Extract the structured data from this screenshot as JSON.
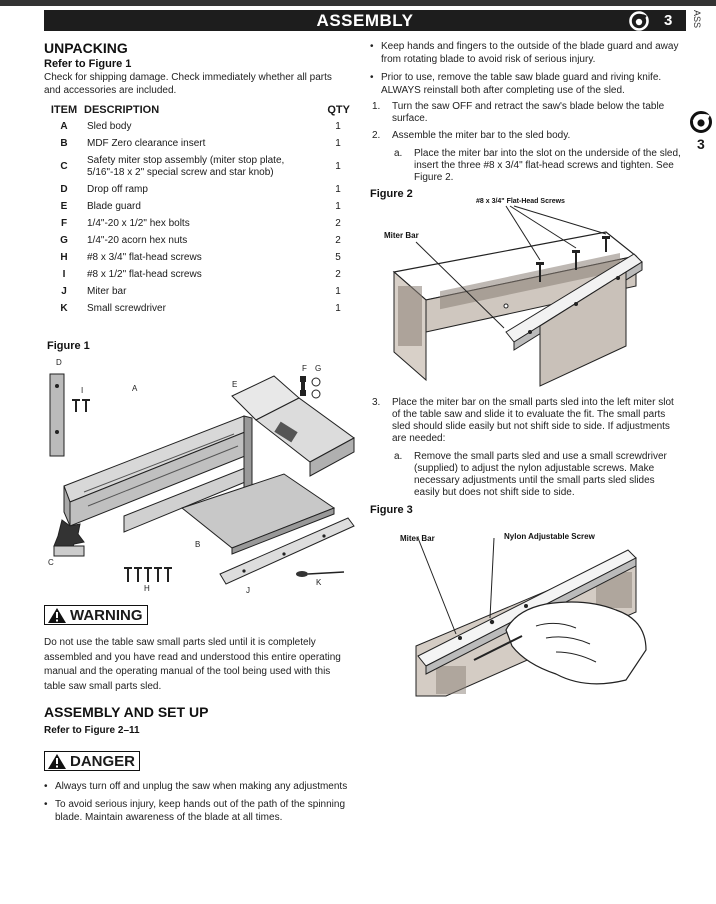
{
  "header": {
    "title": "ASSEMBLY",
    "page_number": "3",
    "side_tab_text": "ASS",
    "side_page_number": "3"
  },
  "unpacking": {
    "heading": "UNPACKING",
    "refer": "Refer to Figure 1",
    "intro": "Check for shipping damage. Check immediately whether all parts and accessories are included."
  },
  "parts_table": {
    "headers": {
      "item": "ITEM",
      "description": "DESCRIPTION",
      "qty": "QTY"
    },
    "rows": [
      {
        "item": "A",
        "description": "Sled body",
        "qty": "1"
      },
      {
        "item": "B",
        "description": "MDF Zero clearance insert",
        "qty": "1"
      },
      {
        "item": "C",
        "description": "Safety miter stop assembly (miter stop plate, 5/16\"-18 x 2\" special screw and star knob)",
        "qty": "1"
      },
      {
        "item": "D",
        "description": "Drop off ramp",
        "qty": "1"
      },
      {
        "item": "E",
        "description": "Blade guard",
        "qty": "1"
      },
      {
        "item": "F",
        "description": "1/4\"-20 x 1/2\" hex bolts",
        "qty": "2"
      },
      {
        "item": "G",
        "description": "1/4\"-20 acorn hex nuts",
        "qty": "2"
      },
      {
        "item": "H",
        "description": "#8 x 3/4\" flat-head screws",
        "qty": "5"
      },
      {
        "item": "I",
        "description": "#8 x 1/2\" flat-head screws",
        "qty": "2"
      },
      {
        "item": "J",
        "description": "Miter bar",
        "qty": "1"
      },
      {
        "item": "K",
        "description": "Small screwdriver",
        "qty": "1"
      }
    ]
  },
  "figure1": {
    "title": "Figure 1",
    "labels": {
      "a": "A",
      "b": "B",
      "c": "C",
      "d": "D",
      "e": "E",
      "f": "F",
      "g": "G",
      "h": "H",
      "i": "I",
      "j": "J",
      "k": "K"
    }
  },
  "warning": {
    "label": "WARNING",
    "text": "Do not use the table saw small parts sled until it is completely assembled and you have read and understood this entire operating manual and the operating manual of the tool being used with this table saw small parts sled."
  },
  "assembly": {
    "heading": "ASSEMBLY AND SET UP",
    "refer": "Refer to Figure 2–11"
  },
  "danger": {
    "label": "DANGER",
    "bullets": [
      "Always turn off and unplug the saw when making any adjustments",
      "To avoid serious injury, keep hands out of the path of the spinning blade. Maintain awareness of the blade at all times."
    ]
  },
  "right_bullets": [
    "Keep hands and fingers to the outside of the blade guard and away from rotating blade to avoid risk of serious injury.",
    "Prior to use, remove the table saw blade guard and riving knife. ALWAYS reinstall both after completing use of the sled."
  ],
  "steps": [
    {
      "num": "1.",
      "text": "Turn the saw OFF and retract the saw's blade below the table surface."
    },
    {
      "num": "2.",
      "text": "Assemble the miter bar to the sled body.",
      "sub": {
        "num": "a.",
        "text": "Place the miter bar into the slot on the underside of the sled, insert the three #8 x 3/4\" flat-head screws and tighten. See Figure 2."
      }
    },
    {
      "num": "3.",
      "text": "Place the miter bar on the small parts sled into the left miter slot of the table saw and slide it to evaluate the fit. The small parts sled should slide easily but not shift side to side. If adjustments are needed:",
      "sub": {
        "num": "a.",
        "text": "Remove the small parts sled and use a small screwdriver (supplied) to adjust the nylon adjustable screws. Make necessary adjustments until the small parts sled slides easily but does not shift side to side."
      }
    }
  ],
  "figure2": {
    "title": "Figure 2",
    "label_screws": "#8 x 3/4\" Flat-Head Screws",
    "label_miter": "Miter Bar"
  },
  "figure3": {
    "title": "Figure 3",
    "label_miter": "Miter Bar",
    "label_nylon": "Nylon Adjustable Screw"
  }
}
